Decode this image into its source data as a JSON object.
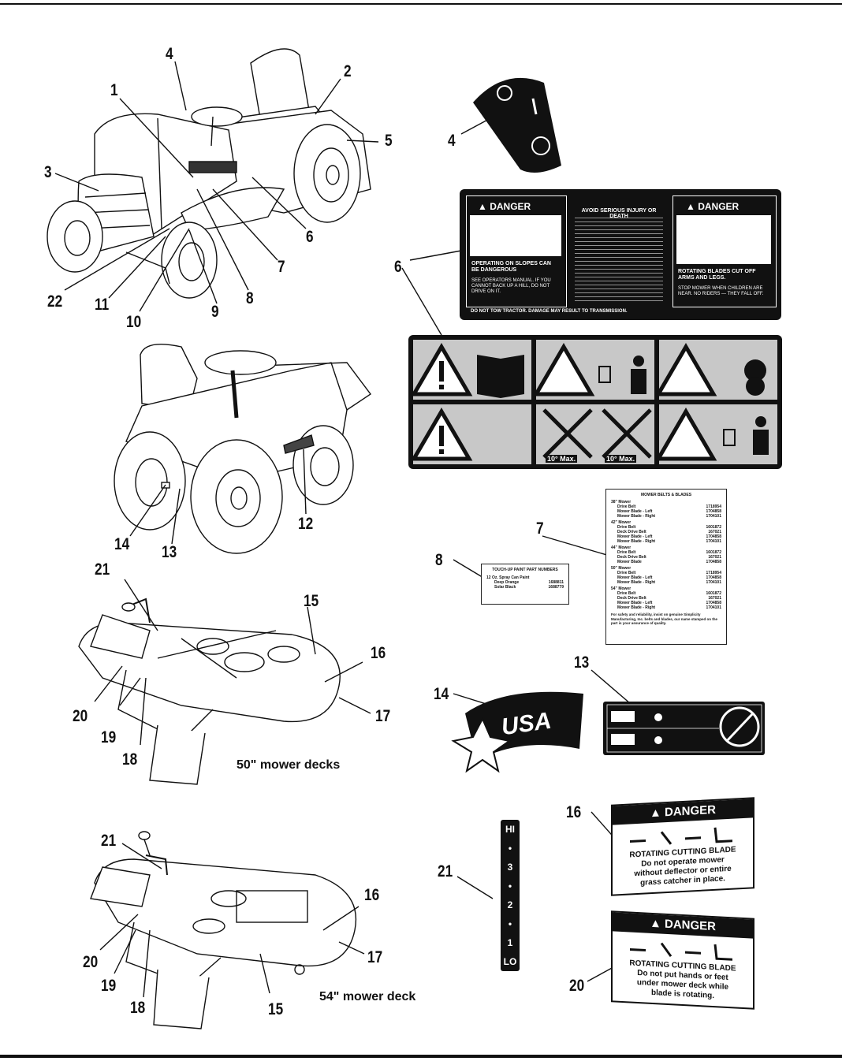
{
  "callouts": [
    {
      "id": "c4a",
      "text": "4"
    },
    {
      "id": "c2",
      "text": "2"
    },
    {
      "id": "c1",
      "text": "1"
    },
    {
      "id": "c5",
      "text": "5"
    },
    {
      "id": "c3",
      "text": "3"
    },
    {
      "id": "c6a",
      "text": "6"
    },
    {
      "id": "c7a",
      "text": "7"
    },
    {
      "id": "c22",
      "text": "22"
    },
    {
      "id": "c11",
      "text": "11"
    },
    {
      "id": "c8a",
      "text": "8"
    },
    {
      "id": "c10",
      "text": "10"
    },
    {
      "id": "c9",
      "text": "9"
    },
    {
      "id": "c4b",
      "text": "4"
    },
    {
      "id": "c6b",
      "text": "6"
    },
    {
      "id": "c12",
      "text": "12"
    },
    {
      "id": "c14a",
      "text": "14"
    },
    {
      "id": "c13a",
      "text": "13"
    },
    {
      "id": "c7b",
      "text": "7"
    },
    {
      "id": "c8b",
      "text": "8"
    },
    {
      "id": "c21a",
      "text": "21"
    },
    {
      "id": "c15a",
      "text": "15"
    },
    {
      "id": "c16a",
      "text": "16"
    },
    {
      "id": "c20a",
      "text": "20"
    },
    {
      "id": "c17a",
      "text": "17"
    },
    {
      "id": "c19a",
      "text": "19"
    },
    {
      "id": "c18a",
      "text": "18"
    },
    {
      "id": "c13b",
      "text": "13"
    },
    {
      "id": "c14b",
      "text": "14"
    },
    {
      "id": "c16b",
      "text": "16"
    },
    {
      "id": "c21b",
      "text": "21"
    },
    {
      "id": "c21c",
      "text": "21"
    },
    {
      "id": "c16c",
      "text": "16"
    },
    {
      "id": "c20b",
      "text": "20"
    },
    {
      "id": "c17b",
      "text": "17"
    },
    {
      "id": "c19b",
      "text": "19"
    },
    {
      "id": "c18b",
      "text": "18"
    },
    {
      "id": "c15b",
      "text": "15"
    },
    {
      "id": "c20c",
      "text": "20"
    }
  ],
  "captions": {
    "deck50": "50\" mower decks",
    "deck54": "54\" mower deck"
  },
  "decal6": {
    "left_title": "DANGER",
    "left_text": "OPERATING ON SLOPES CAN BE DANGEROUS",
    "left_small": "SEE OPERATORS MANUAL. IF YOU CANNOT BACK UP A HILL, DO NOT DRIVE ON IT.",
    "mid_title": "AVOID SERIOUS INJURY OR DEATH",
    "right_title": "DANGER",
    "right_text": "ROTATING BLADES CUT OFF ARMS AND LEGS.",
    "right_small": "STOP MOWER WHEN CHILDREN ARE NEAR. NO RIDERS — THEY FALL OFF.",
    "bottom": "DO NOT TOW TRACTOR. DAMAGE MAY RESULT TO TRANSMISSION."
  },
  "pictos": {
    "max_a": "10° Max.",
    "max_b": "10° Max."
  },
  "decal7": {
    "title": "MOWER BELTS & BLADES",
    "rows": [
      {
        "label": "38\" Mower",
        "val": ""
      },
      {
        "label": "Drive Belt",
        "val": "1718954"
      },
      {
        "label": "Mower Blade - Left",
        "val": "1704858"
      },
      {
        "label": "Mower Blade - Right",
        "val": "1704101"
      },
      {
        "label": "42\" Mower",
        "val": ""
      },
      {
        "label": "Drive Belt",
        "val": "1601872"
      },
      {
        "label": "Deck Drive Belt",
        "val": "167021"
      },
      {
        "label": "Mower Blade - Left",
        "val": "1704858"
      },
      {
        "label": "Mower Blade - Right",
        "val": "1704101"
      },
      {
        "label": "44\" Mower",
        "val": ""
      },
      {
        "label": "Drive Belt",
        "val": "1601872"
      },
      {
        "label": "Deck Drive Belt",
        "val": "167021"
      },
      {
        "label": "Mower Blade",
        "val": "1704858"
      },
      {
        "label": "50\" Mower",
        "val": ""
      },
      {
        "label": "Drive Belt",
        "val": "1718954"
      },
      {
        "label": "Mower Blade - Left",
        "val": "1704858"
      },
      {
        "label": "Mower Blade - Right",
        "val": "1704101"
      },
      {
        "label": "54\" Mower",
        "val": ""
      },
      {
        "label": "Drive Belt",
        "val": "1601872"
      },
      {
        "label": "Deck Drive Belt",
        "val": "167021"
      },
      {
        "label": "Mower Blade - Left",
        "val": "1704858"
      },
      {
        "label": "Mower Blade - Right",
        "val": "1704101"
      }
    ],
    "footer": "For safety and reliability, insist on genuine Simplicity Manufacturing, Inc. belts and blades, our name stamped on the part is your assurance of quality."
  },
  "decal8": {
    "title": "TOUCH-UP PAINT PART NUMBERS",
    "sub": "12 Oz. Spray Can Paint",
    "rows": [
      {
        "label": "Deep Orange",
        "val": "1688811"
      },
      {
        "label": "Solar Black",
        "val": "1688779"
      }
    ]
  },
  "decal14": {
    "text": "USA"
  },
  "decal21": {
    "marks": [
      "HI",
      "•",
      "3",
      "•",
      "2",
      "•",
      "1",
      "LO"
    ]
  },
  "decal16": {
    "title": "DANGER",
    "line1": "ROTATING CUTTING BLADE",
    "line2": "Do not operate mower",
    "line3": "without deflector or entire",
    "line4": "grass catcher in place."
  },
  "decal20": {
    "title": "DANGER",
    "line1": "ROTATING CUTTING BLADE",
    "line2": "Do not put hands or feet",
    "line3": "under mower deck while",
    "line4": "blade is rotating."
  },
  "colors": {
    "ink": "#111111",
    "paper": "#ffffff",
    "shade": "#c8c8c8"
  }
}
